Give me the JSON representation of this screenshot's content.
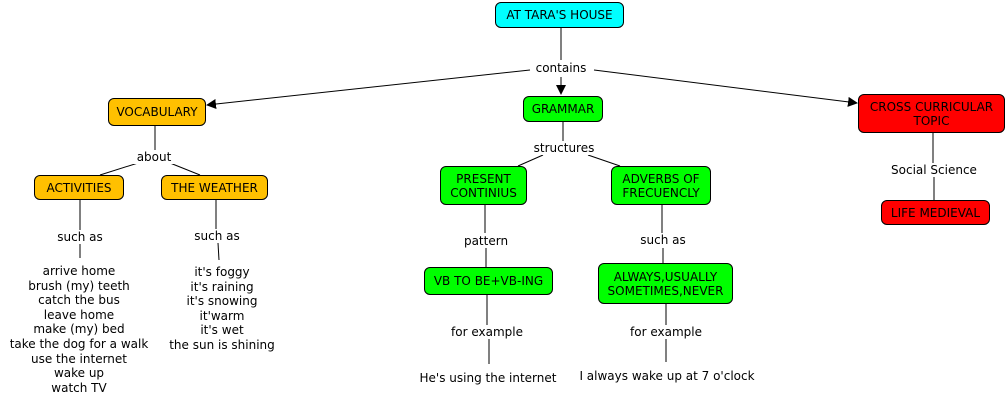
{
  "nodes": {
    "root": "AT TARA'S HOUSE",
    "vocabulary": "VOCABULARY",
    "grammar": "GRAMMAR",
    "cross_curricular": "CROSS CURRICULAR TOPIC",
    "activities": "ACTIVITIES",
    "weather": "THE WEATHER",
    "present_continuous": "PRESENT CONTINIUS",
    "adverbs": "ADVERBS OF FRECUENCLY",
    "vb_pattern": "VB TO BE+VB-ING",
    "adverb_list": "ALWAYS,USUALLY SOMETIMES,NEVER",
    "life_medieval": "LIFE MEDIEVAL"
  },
  "links": {
    "contains": "contains",
    "about": "about",
    "structures": "structures",
    "social_science": "Social Science",
    "such_as_activities": "such as",
    "such_as_weather": "such as",
    "pattern": "pattern",
    "such_as_adverbs": "such as",
    "for_example_pc": "for example",
    "for_example_adv": "for example"
  },
  "lists": {
    "activities": [
      "arrive home",
      "brush (my) teeth",
      "catch the bus",
      "leave home",
      "make (my) bed",
      "take the dog for a walk",
      "use the internet",
      "wake up",
      "watch TV"
    ],
    "weather": [
      "it's foggy",
      "it's raining",
      "it's snowing",
      "it'warm",
      "it's wet",
      "the sun is shining"
    ]
  },
  "examples": {
    "present_continuous": "He's using the internet",
    "adverbs": "I always wake up at 7 o'clock"
  },
  "colors": {
    "root": "#00ffff",
    "vocabulary": "#ffc000",
    "grammar": "#00ff00",
    "cross_curricular": "#ff0000"
  }
}
